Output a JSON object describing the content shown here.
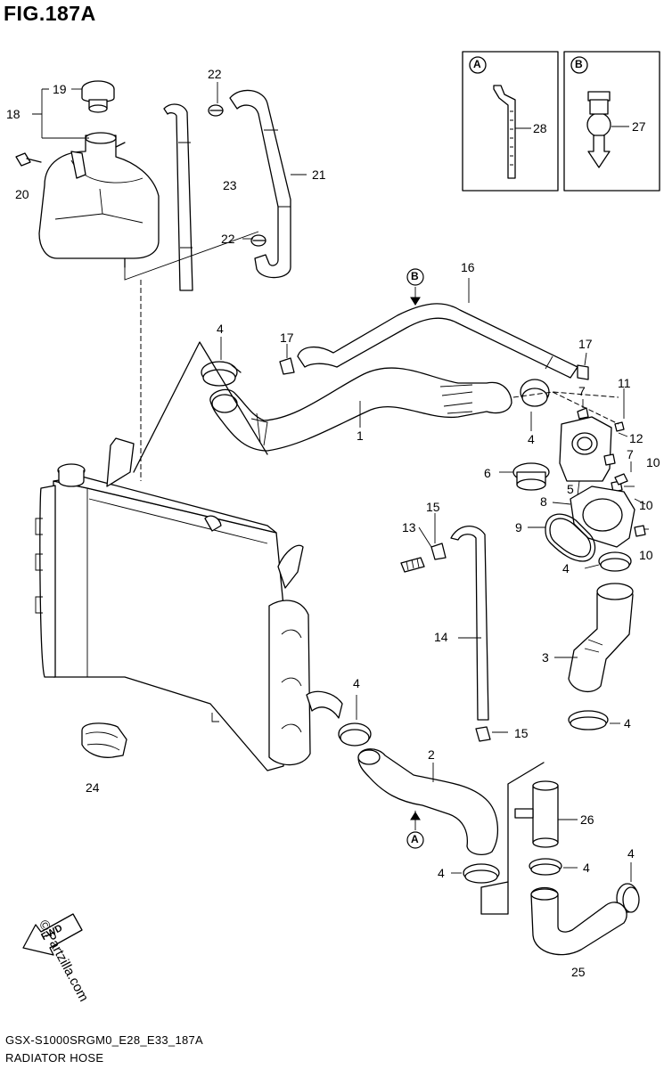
{
  "figure": {
    "title": "FIG.187A",
    "code": "GSX-S1000SRGM0_E28_E33_187A",
    "caption": "RADIATOR HOSE",
    "watermark": "© Partzilla.com",
    "fwd_label": "FWD"
  },
  "callouts": {
    "a_letter": "A",
    "b_letter": "B",
    "inset_a_part": "28",
    "inset_b_part": "27",
    "arrow_a_letter": "A",
    "arrow_b_letter": "B"
  },
  "parts": {
    "p1": "1",
    "p2": "2",
    "p3": "3",
    "p4a": "4",
    "p4b": "4",
    "p4c": "4",
    "p4d": "4",
    "p4e": "4",
    "p4f": "4",
    "p4g": "4",
    "p4h": "4",
    "p5": "5",
    "p6": "6",
    "p7a": "7",
    "p7b": "7",
    "p8": "8",
    "p9": "9",
    "p10a": "10",
    "p10b": "10",
    "p10c": "10",
    "p11": "11",
    "p12": "12",
    "p13": "13",
    "p14": "14",
    "p15a": "15",
    "p15b": "15",
    "p16": "16",
    "p17a": "17",
    "p17b": "17",
    "p18": "18",
    "p19": "19",
    "p20": "20",
    "p21": "21",
    "p22a": "22",
    "p22b": "22",
    "p23": "23",
    "p24": "24",
    "p25": "25",
    "p26": "26"
  }
}
